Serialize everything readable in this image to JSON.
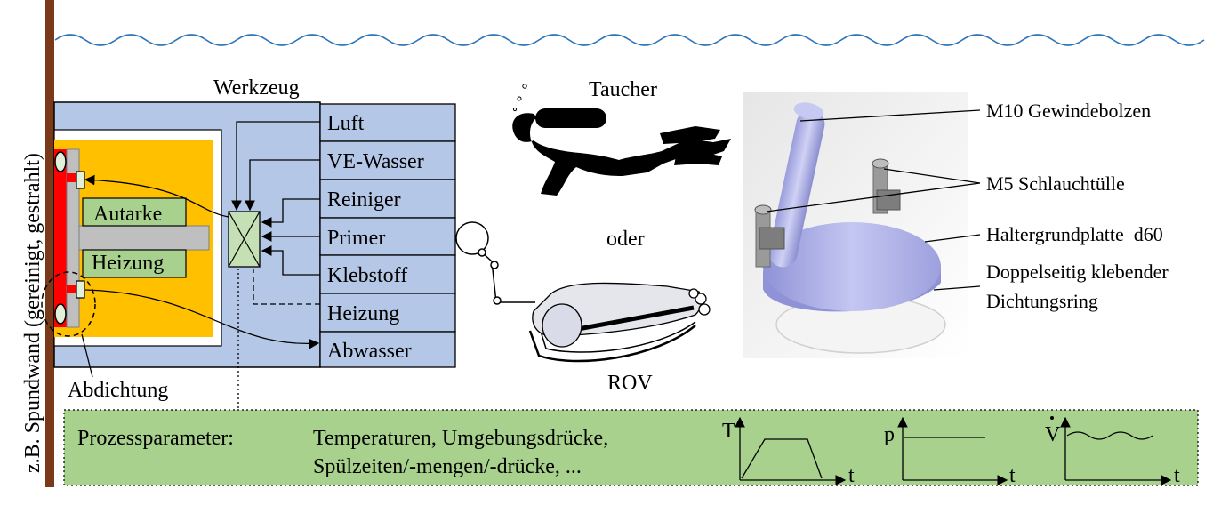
{
  "wall": {
    "label": "z.B. Spundwand (gereinigt, gestrahlt)"
  },
  "tool": {
    "title": "Werkzeug",
    "inner_label_1": "Autarke",
    "inner_label_2": "Heizung",
    "seal_label": "Abdichtung",
    "media": [
      "Luft",
      "VE-Wasser",
      "Reiniger",
      "Primer",
      "Klebstoff",
      "Heizung",
      "Abwasser"
    ]
  },
  "carriers": {
    "diver": "Taucher",
    "or": "oder",
    "rov": "ROV"
  },
  "holder": {
    "callouts": [
      "M10 Gewindebolzen",
      "M5 Schlauchtülle",
      "Haltergrundplatte  d60",
      "Doppelseitig klebender",
      "Dichtungsring"
    ]
  },
  "process": {
    "label": "Prozessparameter:",
    "line1": "Temperaturen, Umgebungsdrücke,",
    "line2": "Spülzeiten/-mengen/-drücke, ...",
    "graphs": [
      {
        "y": "T",
        "x": "t"
      },
      {
        "y": "p",
        "x": "t"
      },
      {
        "y": "V",
        "x": "t"
      }
    ]
  },
  "colors": {
    "wall": "#7a3a1a",
    "tool_body": "#b4c7e7",
    "heater_frame": "#ffc000",
    "heater_block": "#a9d18e",
    "seal_red": "#ff0000",
    "water": "#2e75b6",
    "process_bg": "#a9d18e"
  }
}
